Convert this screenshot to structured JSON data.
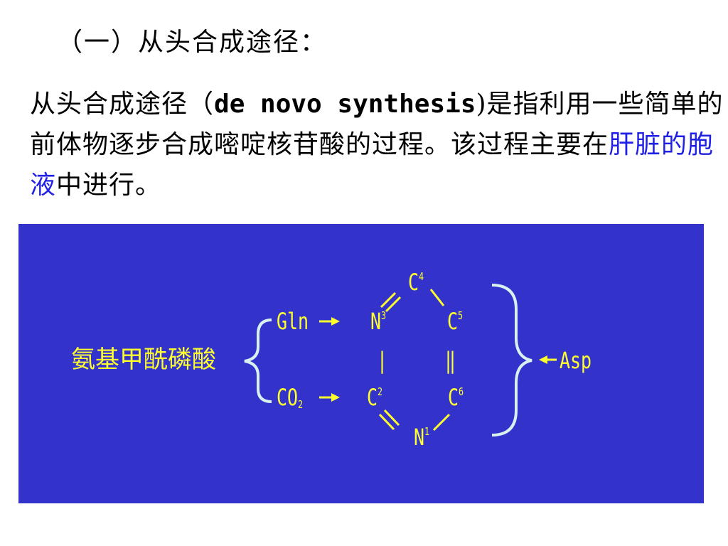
{
  "heading": "（一）从头合成途径：",
  "paragraph": {
    "part1": "从头合成途径（",
    "term": "de novo synthesis",
    "part2": ")是指利用一些简单的前体物逐步合成嘧啶核苷酸的过程。该过程主要在",
    "highlight": "肝脏的胞液",
    "part3": "中进行。"
  },
  "diagram": {
    "carbamoyl_phosphate": "氨基甲酰磷酸",
    "gln": "Gln",
    "co2_main": "CO",
    "co2_sub": "2",
    "asp": "Asp",
    "atoms": {
      "c4": {
        "el": "C",
        "num": "4"
      },
      "n3": {
        "el": "N",
        "num": "3"
      },
      "c5": {
        "el": "C",
        "num": "5"
      },
      "c2": {
        "el": "C",
        "num": "2"
      },
      "c6": {
        "el": "C",
        "num": "6"
      },
      "n1": {
        "el": "N",
        "num": "1"
      }
    },
    "single_bond": "|",
    "double_bond": "‖",
    "colors": {
      "panel": "#3333cc",
      "text": "#ffff2e",
      "bracket": "#d8f0f0",
      "highlight": "#1f1fe6"
    }
  }
}
